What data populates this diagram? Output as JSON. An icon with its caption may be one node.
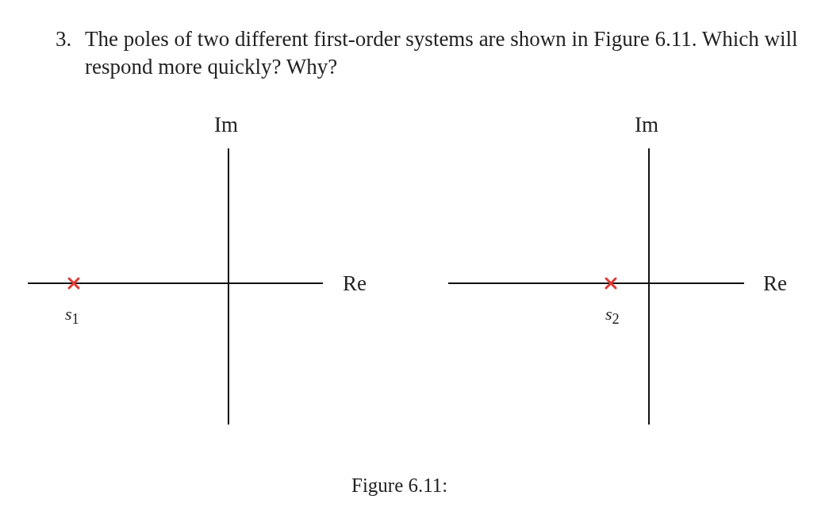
{
  "diagram": {
    "caption": "Figure 6.11:",
    "labels": [
      "3.",
      "The poles of two different first-order systems are shown in Figure 6.11. Which will respond more quickly? Why?",
      "Im",
      "Re",
      "*s*$_{1}$",
      "Im",
      "Re",
      "*s*$_{2}$"
    ]
  }
}
